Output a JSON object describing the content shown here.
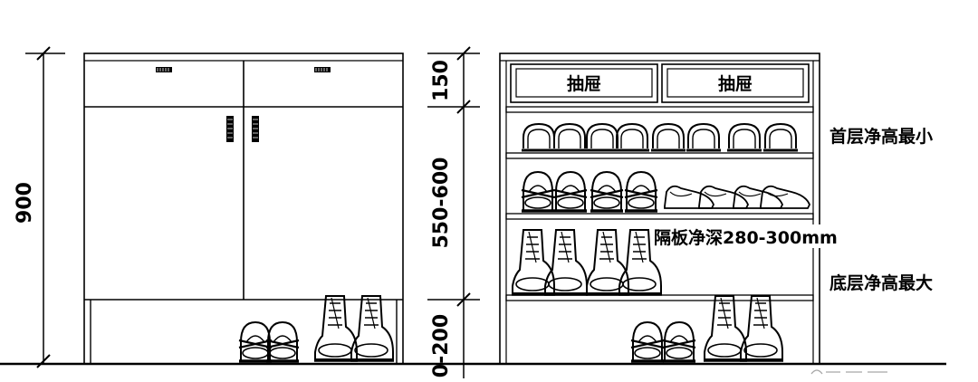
{
  "front_view": {
    "total_height": "900"
  },
  "section_view": {
    "dimensions": {
      "drawer": "150",
      "middle": "550-600",
      "bottom": "0-200"
    },
    "drawer_labels": [
      "抽屉",
      "抽屉"
    ],
    "notes": {
      "top_shelf": "首层净高最小",
      "shelf_depth": "隔板净深280-300mm",
      "bottom_shelf": "底层净高最大"
    }
  }
}
